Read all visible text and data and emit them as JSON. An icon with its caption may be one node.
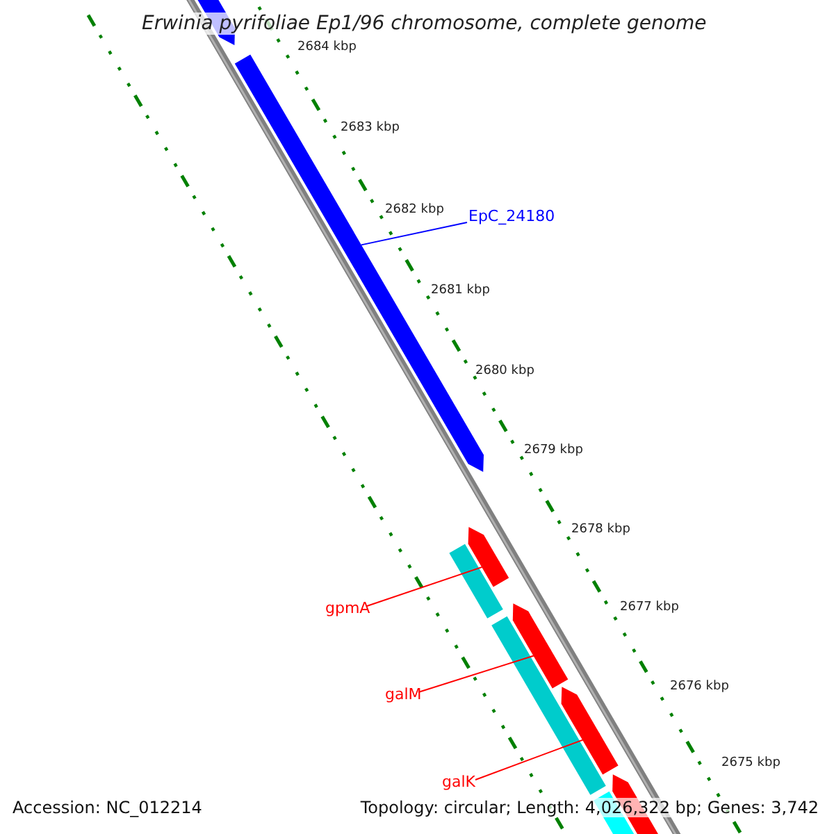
{
  "diagram": {
    "title": "Erwinia pyrifoliae Ep1/96 chromosome, complete genome",
    "nodes": [
      {
        "text": [
          "EpC_24180"
        ]
      },
      {
        "text": [],
        "shape": "bar"
      },
      {
        "text": [
          "gpmA"
        ]
      },
      {
        "text": [],
        "shape": "bar"
      },
      {
        "text": [
          "galM"
        ]
      },
      {
        "text": [],
        "shape": "bar"
      },
      {
        "text": [
          "galK"
        ]
      },
      {
        "text": [],
        "shape": "bar"
      }
    ],
    "edges": [
      {
        "from": 0,
        "to": 1,
        "arrow": "none",
        "color": "#0000ff"
      },
      {
        "from": 2,
        "to": 3,
        "arrow": "none"
      },
      {
        "from": 4,
        "to": 5,
        "arrow": "none"
      },
      {
        "from": 6,
        "to": 7,
        "arrow": "none"
      }
    ],
    "labels": [
      "2684 kbp",
      "2683 kbp",
      "2682 kbp",
      "2681 kbp",
      "2680 kbp",
      "2679 kbp",
      "2678 kbp",
      "2677 kbp",
      "2676 kbp",
      "2675 kbp",
      "Accession: NC_012214",
      "Topology: circular; Length: 4,026,322 bp; Genes: 3,742"
    ]
  }
}
